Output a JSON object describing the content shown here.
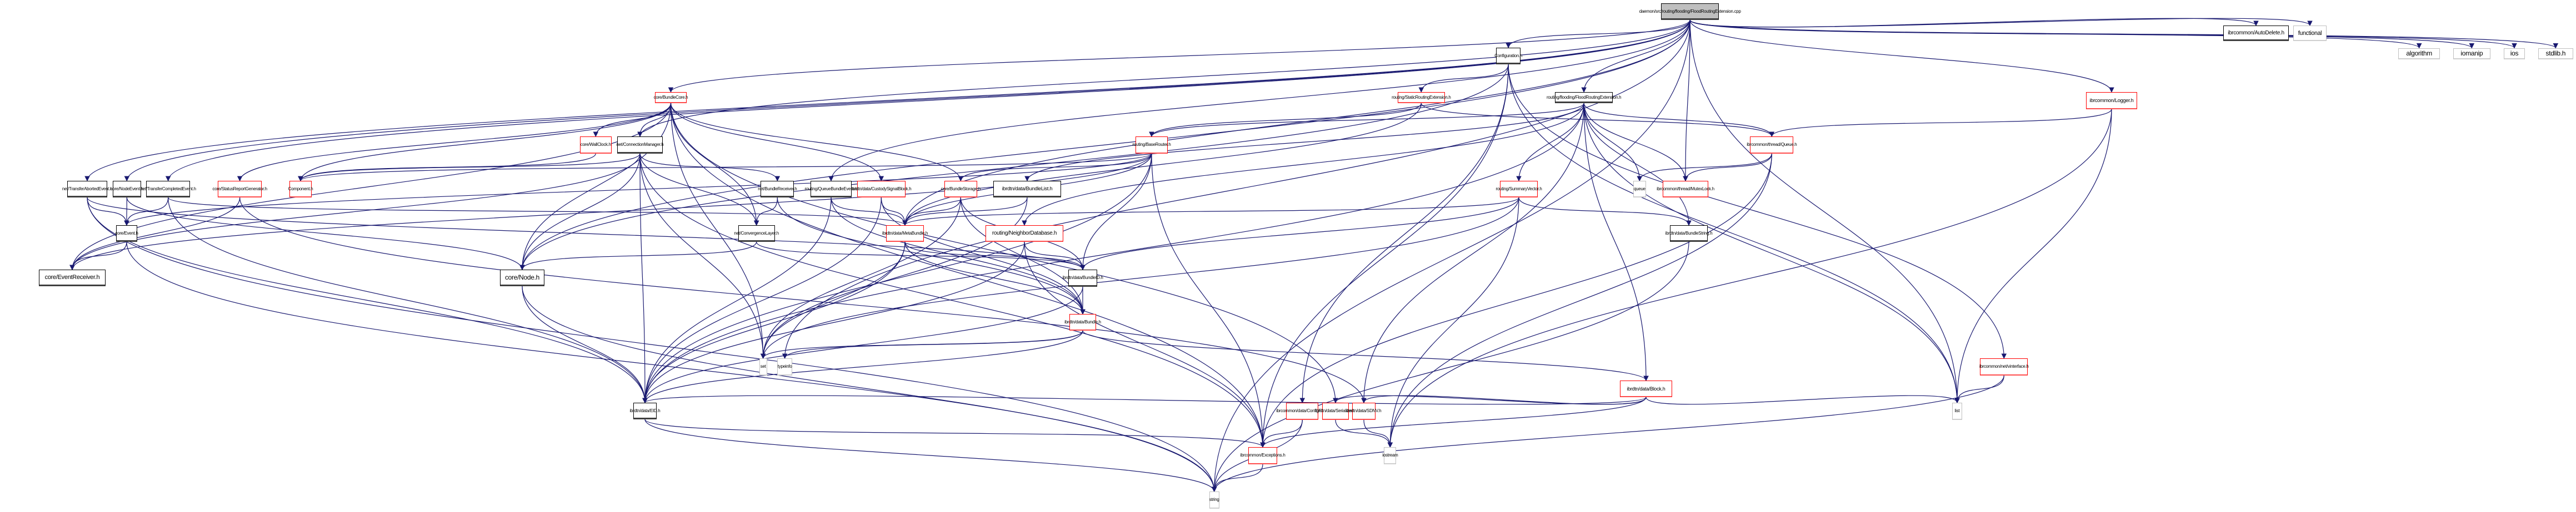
{
  "diagram": {
    "type": "include-dependency-graph",
    "root": "daemon/src/routing/flooding/FloodRoutingExtension.cpp",
    "colors": {
      "edge": "#191970",
      "documented_border": "#000000",
      "undocumented_border": "#ff0000",
      "system_border": "#bfbfbf",
      "root_fill": "#bfbfbf"
    },
    "nodes": [
      {
        "id": "root",
        "label": "daemon/src/routing/flooding/FloodRoutingExtension.cpp",
        "kind": "root"
      },
      {
        "id": "configuration",
        "label": "Configuration.h",
        "kind": "doc"
      },
      {
        "id": "autodelete",
        "label": "ibrcommon/AutoDelete.h",
        "kind": "doc"
      },
      {
        "id": "functional",
        "label": "functional",
        "kind": "sys"
      },
      {
        "id": "algorithm",
        "label": "algorithm",
        "kind": "sys"
      },
      {
        "id": "iomanip",
        "label": "iomanip",
        "kind": "sys"
      },
      {
        "id": "ios",
        "label": "ios",
        "kind": "sys"
      },
      {
        "id": "stdlib",
        "label": "stdlib.h",
        "kind": "sys"
      },
      {
        "id": "bundlecore",
        "label": "core/BundleCore.h",
        "kind": "red"
      },
      {
        "id": "staticrouting",
        "label": "routing/StaticRoutingExtension.h",
        "kind": "red"
      },
      {
        "id": "floodrouting_h",
        "label": "routing/flooding/FloodRoutingExtension.h",
        "kind": "doc"
      },
      {
        "id": "logger",
        "label": "ibrcommon/Logger.h",
        "kind": "red"
      },
      {
        "id": "wallclock",
        "label": "core/WallClock.h",
        "kind": "red"
      },
      {
        "id": "connmgr",
        "label": "net/ConnectionManager.h",
        "kind": "doc"
      },
      {
        "id": "baserouter",
        "label": "routing/BaseRouter.h",
        "kind": "red"
      },
      {
        "id": "queue_h",
        "label": "ibrcommon/thread/Queue.h",
        "kind": "red"
      },
      {
        "id": "transferaborted",
        "label": "net/TransferAbortedEvent.h",
        "kind": "doc"
      },
      {
        "id": "nodeevent",
        "label": "core/NodeEvent.h",
        "kind": "doc"
      },
      {
        "id": "transfercompleted",
        "label": "net/TransferCompletedEvent.h",
        "kind": "doc"
      },
      {
        "id": "statusreport",
        "label": "core/StatusReportGenerator.h",
        "kind": "red"
      },
      {
        "id": "component",
        "label": "Component.h",
        "kind": "red"
      },
      {
        "id": "bundlereceiver",
        "label": "net/BundleReceiver.h",
        "kind": "doc"
      },
      {
        "id": "queuebundleevent",
        "label": "routing/QueueBundleEvent.h",
        "kind": "doc"
      },
      {
        "id": "custodysignal",
        "label": "ibrdtn/data/CustodySignalBlock.h",
        "kind": "red"
      },
      {
        "id": "bundlestorage",
        "label": "core/BundleStorage.h",
        "kind": "red"
      },
      {
        "id": "bundlelist",
        "label": "ibrdtn/data/BundleList.h",
        "kind": "doc"
      },
      {
        "id": "summaryvector",
        "label": "routing/SummaryVector.h",
        "kind": "red"
      },
      {
        "id": "queue",
        "label": "queue",
        "kind": "sys"
      },
      {
        "id": "mutexlock",
        "label": "ibrcommon/thread/MutexLock.h",
        "kind": "red"
      },
      {
        "id": "event",
        "label": "core/Event.h",
        "kind": "doc"
      },
      {
        "id": "convergence",
        "label": "net/ConvergenceLayer.h",
        "kind": "doc"
      },
      {
        "id": "metabundle",
        "label": "ibrdtn/data/MetaBundle.h",
        "kind": "red"
      },
      {
        "id": "neighbordb",
        "label": "routing/NeighborDatabase.h",
        "kind": "red"
      },
      {
        "id": "bundlestring",
        "label": "ibrdtn/data/BundleString.h",
        "kind": "doc"
      },
      {
        "id": "eventreceiver",
        "label": "core/EventReceiver.h",
        "kind": "doc"
      },
      {
        "id": "node",
        "label": "core/Node.h",
        "kind": "doc"
      },
      {
        "id": "bundleid",
        "label": "ibrdtn/data/BundleID.h",
        "kind": "doc"
      },
      {
        "id": "bundle",
        "label": "ibrdtn/data/Bundle.h",
        "kind": "red"
      },
      {
        "id": "set",
        "label": "set",
        "kind": "sys"
      },
      {
        "id": "typeinfo",
        "label": "typeinfo",
        "kind": "sys"
      },
      {
        "id": "block",
        "label": "ibrdtn/data/Block.h",
        "kind": "red"
      },
      {
        "id": "vinterface",
        "label": "ibrcommon/net/vinterface.h",
        "kind": "red"
      },
      {
        "id": "list",
        "label": "list",
        "kind": "sys"
      },
      {
        "id": "eid",
        "label": "ibrdtn/data/EID.h",
        "kind": "doc"
      },
      {
        "id": "configfile",
        "label": "ibrcommon/data/ConfigFile.h",
        "kind": "red"
      },
      {
        "id": "serializer",
        "label": "ibrdtn/data/Serializer.h",
        "kind": "red"
      },
      {
        "id": "sdnv",
        "label": "ibrdtn/data/SDNV.h",
        "kind": "red"
      },
      {
        "id": "exceptions",
        "label": "ibrcommon/Exceptions.h",
        "kind": "red"
      },
      {
        "id": "iostream",
        "label": "iostream",
        "kind": "sys"
      },
      {
        "id": "string",
        "label": "string",
        "kind": "sys"
      }
    ],
    "edges": [
      [
        "root",
        "configuration"
      ],
      [
        "root",
        "autodelete"
      ],
      [
        "root",
        "functional"
      ],
      [
        "root",
        "algorithm"
      ],
      [
        "root",
        "iomanip"
      ],
      [
        "root",
        "ios"
      ],
      [
        "root",
        "stdlib"
      ],
      [
        "root",
        "bundlecore"
      ],
      [
        "root",
        "floodrouting_h"
      ],
      [
        "root",
        "logger"
      ],
      [
        "root",
        "connmgr"
      ],
      [
        "root",
        "metabundle"
      ],
      [
        "root",
        "transferaborted"
      ],
      [
        "root",
        "nodeevent"
      ],
      [
        "root",
        "transfercompleted"
      ],
      [
        "root",
        "queuebundleevent"
      ],
      [
        "root",
        "node"
      ],
      [
        "root",
        "typeinfo"
      ],
      [
        "root",
        "mutexlock"
      ],
      [
        "root",
        "list"
      ],
      [
        "root",
        "string"
      ],
      [
        "configuration",
        "staticrouting"
      ],
      [
        "configuration",
        "node"
      ],
      [
        "configuration",
        "configfile"
      ],
      [
        "configuration",
        "exceptions"
      ],
      [
        "configuration",
        "vinterface"
      ],
      [
        "configuration",
        "list"
      ],
      [
        "staticrouting",
        "baserouter"
      ],
      [
        "staticrouting",
        "queue_h"
      ],
      [
        "staticrouting",
        "metabundle"
      ],
      [
        "floodrouting_h",
        "baserouter"
      ],
      [
        "floodrouting_h",
        "queue_h"
      ],
      [
        "floodrouting_h",
        "summaryvector"
      ],
      [
        "floodrouting_h",
        "neighbordb"
      ],
      [
        "floodrouting_h",
        "mutexlock"
      ],
      [
        "floodrouting_h",
        "bundlestring"
      ],
      [
        "floodrouting_h",
        "queue"
      ],
      [
        "floodrouting_h",
        "list"
      ],
      [
        "floodrouting_h",
        "block"
      ],
      [
        "floodrouting_h",
        "sdnv"
      ],
      [
        "floodrouting_h",
        "eid"
      ],
      [
        "floodrouting_h",
        "bundlelist"
      ],
      [
        "logger",
        "queue_h"
      ],
      [
        "logger",
        "iostream"
      ],
      [
        "logger",
        "list"
      ],
      [
        "bundlecore",
        "wallclock"
      ],
      [
        "bundlecore",
        "connmgr"
      ],
      [
        "bundlecore",
        "component"
      ],
      [
        "bundlecore",
        "statusreport"
      ],
      [
        "bundlecore",
        "bundlestorage"
      ],
      [
        "bundlecore",
        "custodysignal"
      ],
      [
        "bundlecore",
        "eventreceiver"
      ],
      [
        "bundlecore",
        "node"
      ],
      [
        "bundlecore",
        "set"
      ],
      [
        "bundlecore",
        "exceptions"
      ],
      [
        "bundlecore",
        "serializer"
      ],
      [
        "bundlecore",
        "convergence"
      ],
      [
        "wallclock",
        "component"
      ],
      [
        "connmgr",
        "component"
      ],
      [
        "connmgr",
        "convergence"
      ],
      [
        "connmgr",
        "bundlereceiver"
      ],
      [
        "connmgr",
        "eventreceiver"
      ],
      [
        "connmgr",
        "node"
      ],
      [
        "connmgr",
        "eid"
      ],
      [
        "connmgr",
        "set"
      ],
      [
        "connmgr",
        "exceptions"
      ],
      [
        "baserouter",
        "component"
      ],
      [
        "baserouter",
        "bundlestorage"
      ],
      [
        "baserouter",
        "metabundle"
      ],
      [
        "baserouter",
        "eventreceiver"
      ],
      [
        "baserouter",
        "event"
      ],
      [
        "baserouter",
        "bundleid"
      ],
      [
        "baserouter",
        "exceptions"
      ],
      [
        "baserouter",
        "eid"
      ],
      [
        "queue_h",
        "queue"
      ],
      [
        "queue_h",
        "mutexlock"
      ],
      [
        "queue_h",
        "exceptions"
      ],
      [
        "queue_h",
        "iostream"
      ],
      [
        "transferaborted",
        "event"
      ],
      [
        "transferaborted",
        "eid"
      ],
      [
        "transferaborted",
        "bundleid"
      ],
      [
        "transferaborted",
        "string"
      ],
      [
        "nodeevent",
        "event"
      ],
      [
        "nodeevent",
        "node"
      ],
      [
        "transfercompleted",
        "event"
      ],
      [
        "transfercompleted",
        "eid"
      ],
      [
        "transfercompleted",
        "metabundle"
      ],
      [
        "statusreport",
        "eventreceiver"
      ],
      [
        "statusreport",
        "sdnv"
      ],
      [
        "bundlereceiver",
        "convergence"
      ],
      [
        "bundlereceiver",
        "bundle"
      ],
      [
        "queuebundleevent",
        "metabundle"
      ],
      [
        "queuebundleevent",
        "bundle"
      ],
      [
        "queuebundleevent",
        "eid"
      ],
      [
        "custodysignal",
        "metabundle"
      ],
      [
        "custodysignal",
        "bundle"
      ],
      [
        "custodysignal",
        "eid"
      ],
      [
        "bundlestorage",
        "metabundle"
      ],
      [
        "bundlestorage",
        "bundleid"
      ],
      [
        "bundlestorage",
        "bundle"
      ],
      [
        "bundlestorage",
        "set"
      ],
      [
        "bundlelist",
        "metabundle"
      ],
      [
        "bundlelist",
        "set"
      ],
      [
        "summaryvector",
        "metabundle"
      ],
      [
        "summaryvector",
        "bundleid"
      ],
      [
        "summaryvector",
        "set"
      ],
      [
        "summaryvector",
        "bundlestring"
      ],
      [
        "summaryvector",
        "iostream"
      ],
      [
        "event",
        "eventreceiver"
      ],
      [
        "event",
        "string"
      ],
      [
        "convergence",
        "node"
      ],
      [
        "convergence",
        "bundleid"
      ],
      [
        "metabundle",
        "bundleid"
      ],
      [
        "metabundle",
        "bundle"
      ],
      [
        "metabundle",
        "eid"
      ],
      [
        "metabundle",
        "set"
      ],
      [
        "neighbordb",
        "bundleid"
      ],
      [
        "neighbordb",
        "eid"
      ],
      [
        "neighbordb",
        "exceptions"
      ],
      [
        "bundlestring",
        "string"
      ],
      [
        "node",
        "eid"
      ],
      [
        "node",
        "string"
      ],
      [
        "bundleid",
        "bundle"
      ],
      [
        "bundleid",
        "eid"
      ],
      [
        "bundle",
        "set"
      ],
      [
        "bundle",
        "typeinfo"
      ],
      [
        "bundle",
        "block"
      ],
      [
        "bundle",
        "eid"
      ],
      [
        "block",
        "eid"
      ],
      [
        "block",
        "serializer"
      ],
      [
        "block",
        "sdnv"
      ],
      [
        "block",
        "exceptions"
      ],
      [
        "block",
        "list"
      ],
      [
        "vinterface",
        "list"
      ],
      [
        "vinterface",
        "string"
      ],
      [
        "eid",
        "exceptions"
      ],
      [
        "eid",
        "string"
      ],
      [
        "configfile",
        "exceptions"
      ],
      [
        "configfile",
        "string"
      ],
      [
        "serializer",
        "iostream"
      ],
      [
        "sdnv",
        "iostream"
      ],
      [
        "exceptions",
        "string"
      ]
    ]
  }
}
